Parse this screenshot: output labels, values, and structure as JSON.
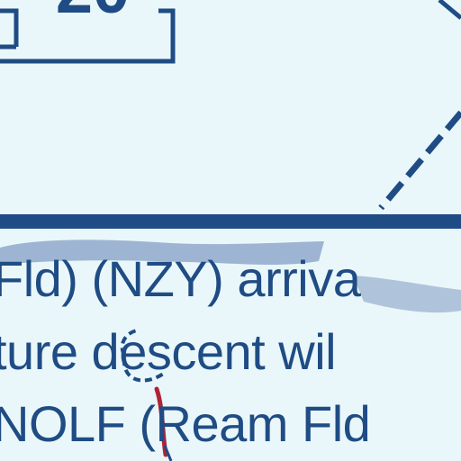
{
  "map": {
    "box_label": "20",
    "procedure_text": {
      "line_1": "Fld) (NZY) arriva",
      "line_2": "ture descent wil",
      "line_3": "NOLF (Ream Fld"
    }
  },
  "colors": {
    "background": "#eaf7fa",
    "chart_blue": "#1f4c84",
    "accent_red": "#b02335"
  }
}
